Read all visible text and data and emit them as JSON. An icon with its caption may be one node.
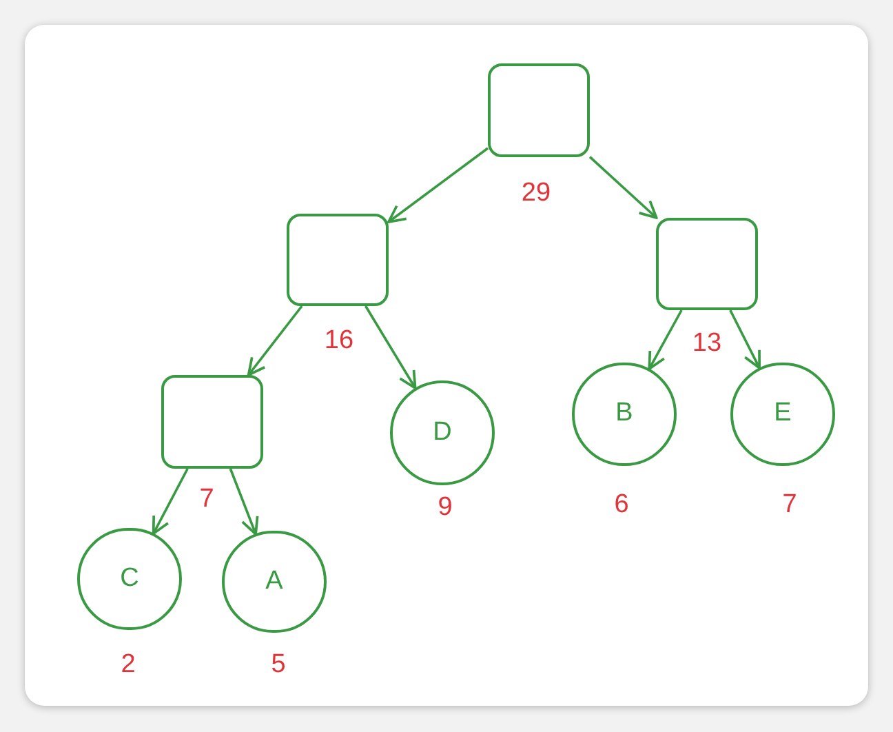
{
  "diagram": {
    "nodes": [
      {
        "text": [],
        "shape": "box",
        "beside": [
          "29"
        ]
      },
      {
        "text": [],
        "shape": "box",
        "beside": [
          "16"
        ]
      },
      {
        "text": [],
        "shape": "box",
        "beside": [
          "13"
        ]
      },
      {
        "text": [],
        "shape": "box",
        "beside": [
          "7"
        ]
      },
      {
        "text": [
          "D"
        ],
        "beside": [
          "9"
        ]
      },
      {
        "text": [
          "B"
        ],
        "beside": [
          "6"
        ]
      },
      {
        "text": [
          "E"
        ],
        "beside": [
          "7"
        ]
      },
      {
        "text": [
          "C"
        ],
        "beside": [
          "2"
        ]
      },
      {
        "text": [
          "A"
        ],
        "beside": [
          "5"
        ]
      }
    ],
    "edges": [
      {
        "from": 0,
        "to": 1,
        "arrow": "to"
      },
      {
        "from": 0,
        "to": 2,
        "arrow": "to"
      },
      {
        "from": 1,
        "to": 3,
        "arrow": "to"
      },
      {
        "from": 1,
        "to": 4,
        "arrow": "to"
      },
      {
        "from": 2,
        "to": 5,
        "arrow": "to"
      },
      {
        "from": 2,
        "to": 6,
        "arrow": "to"
      },
      {
        "from": 3,
        "to": 7,
        "arrow": "to"
      },
      {
        "from": 3,
        "to": 8,
        "arrow": "to"
      }
    ]
  }
}
